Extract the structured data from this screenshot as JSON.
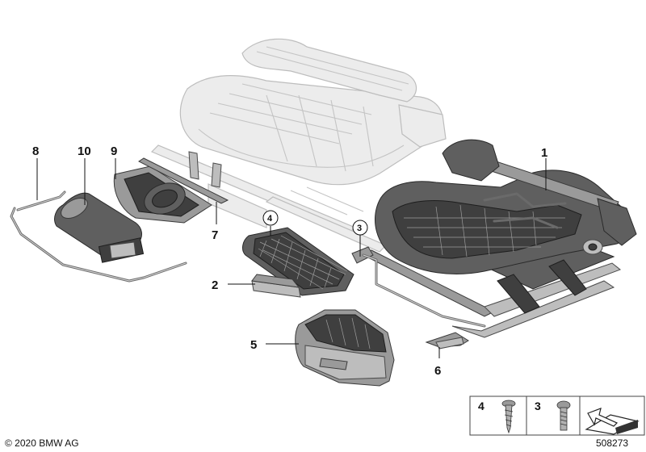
{
  "diagram": {
    "callouts": {
      "c1": "1",
      "c2": "2",
      "c3": "3",
      "c4": "4",
      "c5": "5",
      "c6": "6",
      "c7": "7",
      "c8": "8",
      "c9": "9",
      "c10": "10"
    },
    "legend": {
      "item4": "4",
      "item3": "3"
    },
    "copyright": "© 2020 BMW AG",
    "image_number": "508273"
  }
}
